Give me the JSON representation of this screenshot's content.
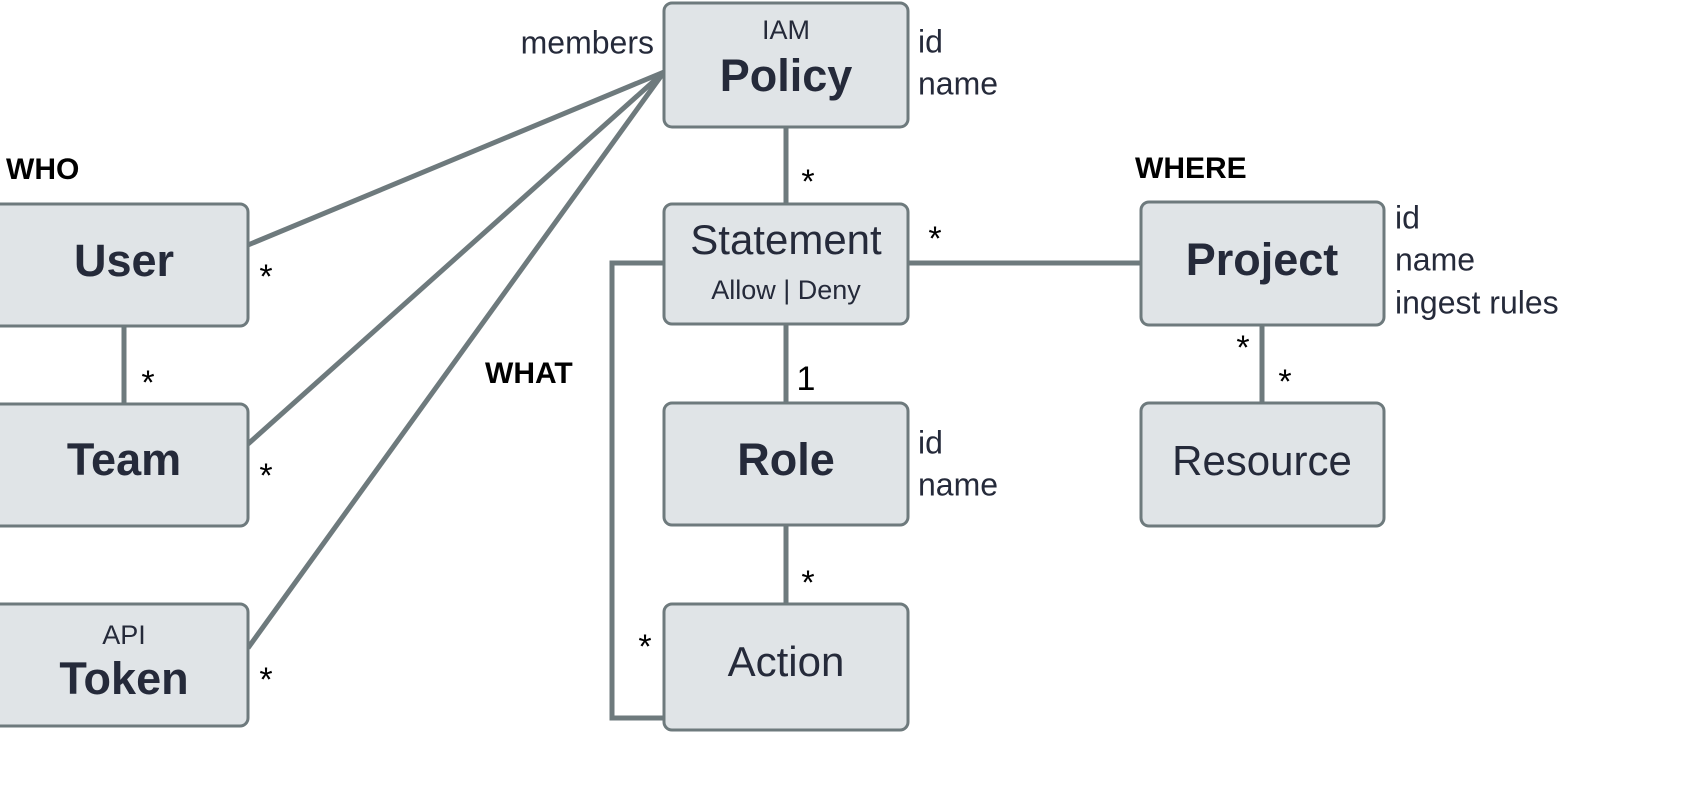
{
  "diagram": {
    "title": "IAM permission model entity-relationship diagram",
    "colors": {
      "node_fill": "#e0e4e7",
      "node_stroke": "#6e7a7d",
      "line": "#6e7a7d",
      "text": "#252a3a",
      "label": "#000000",
      "background": "#ffffff"
    },
    "group_labels": [
      {
        "key": "who",
        "text": "WHO"
      },
      {
        "key": "what",
        "text": "WHAT"
      },
      {
        "key": "where",
        "text": "WHERE"
      }
    ],
    "nodes": [
      {
        "key": "policy",
        "sub": "IAM",
        "title": "Policy"
      },
      {
        "key": "user",
        "sub": "",
        "title": "User"
      },
      {
        "key": "team",
        "sub": "",
        "title": "Team"
      },
      {
        "key": "api_token",
        "sub": "API",
        "title": "Token"
      },
      {
        "key": "statement",
        "sub": "",
        "title": "Statement",
        "sub_below": "Allow | Deny"
      },
      {
        "key": "role",
        "sub": "",
        "title": "Role"
      },
      {
        "key": "action",
        "sub": "",
        "title": "Action"
      },
      {
        "key": "project",
        "sub": "",
        "title": "Project"
      },
      {
        "key": "resource",
        "sub": "",
        "title": "Resource"
      }
    ],
    "attributes": [
      {
        "key": "policy_attrs",
        "lines": [
          "id",
          "name"
        ]
      },
      {
        "key": "role_attrs",
        "lines": [
          "id",
          "name"
        ]
      },
      {
        "key": "project_attrs",
        "lines": [
          "id",
          "name",
          "ingest rules"
        ]
      }
    ],
    "edge_labels": [
      {
        "key": "members",
        "text": "members"
      }
    ],
    "cardinalities": [
      {
        "key": "user-policy",
        "text": "*"
      },
      {
        "key": "team-policy",
        "text": "*"
      },
      {
        "key": "token-policy",
        "text": "*"
      },
      {
        "key": "user-team",
        "text": "*"
      },
      {
        "key": "policy-statement",
        "text": "*"
      },
      {
        "key": "statement-project",
        "text": "*"
      },
      {
        "key": "statement-role",
        "text": "1"
      },
      {
        "key": "role-action",
        "text": "*"
      },
      {
        "key": "statement-action",
        "text": "*"
      },
      {
        "key": "project-resource-a",
        "text": "*"
      },
      {
        "key": "project-resource-b",
        "text": "*"
      }
    ]
  }
}
